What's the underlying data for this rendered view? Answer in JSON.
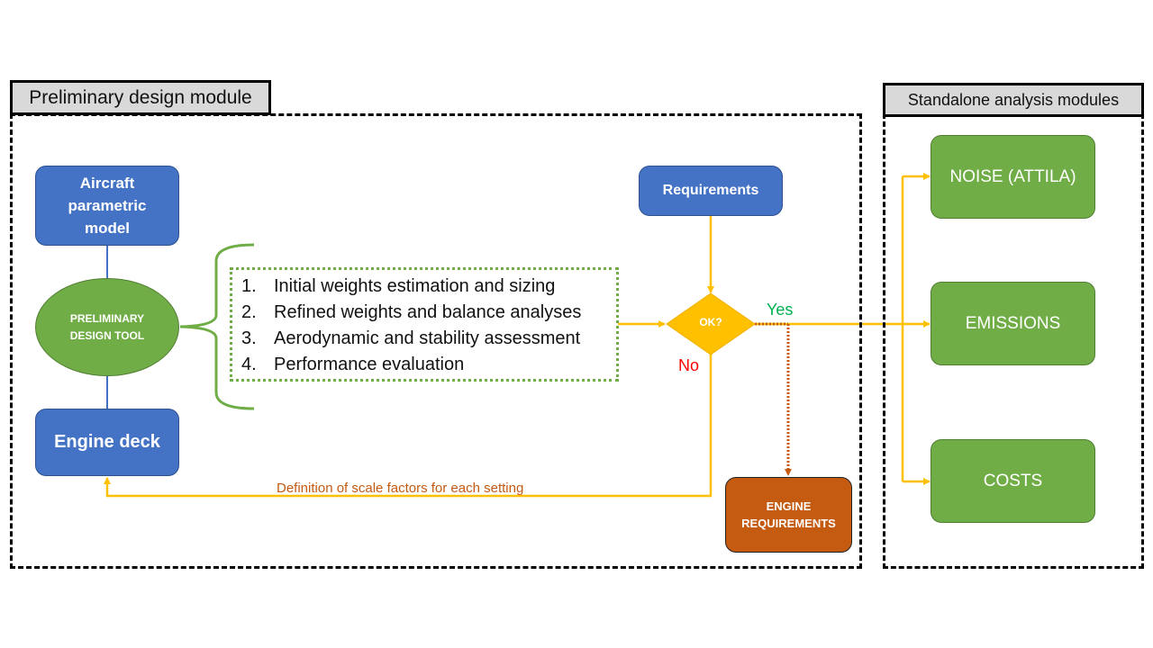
{
  "preliminary_module": {
    "title": "Preliminary design module",
    "aircraft_model": "Aircraft parametric model",
    "design_tool": "PRELIMINARY DESIGN TOOL",
    "engine_deck": "Engine deck",
    "steps": [
      {
        "num": "1.",
        "text": "Initial weights estimation and sizing"
      },
      {
        "num": "2.",
        "text": "Refined weights and balance analyses"
      },
      {
        "num": "3.",
        "text": "Aerodynamic and stability assessment"
      },
      {
        "num": "4.",
        "text": "Performance evaluation"
      }
    ],
    "requirements": "Requirements",
    "decision": "OK?",
    "yes_label": "Yes",
    "no_label": "No",
    "feedback_label": "Definition of scale factors for each setting",
    "engine_requirements": "ENGINE REQUIREMENTS"
  },
  "standalone_modules": {
    "title": "Standalone analysis modules",
    "items": [
      "NOISE (ATTILA)",
      "EMISSIONS",
      "COSTS"
    ]
  },
  "colors": {
    "blue": "#4472c4",
    "green": "#70ad47",
    "orange": "#c55a11",
    "arrow_yellow": "#ffc000",
    "yes_green": "#00b050",
    "no_red": "#ff0000",
    "feedback_text": "#c55a11"
  }
}
